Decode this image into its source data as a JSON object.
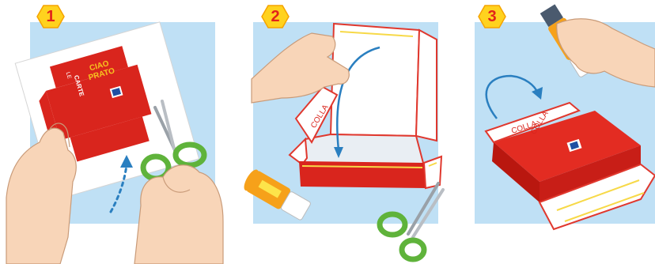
{
  "steps": [
    {
      "number": "1",
      "carton_title": "CARTE",
      "carton_word": "LE",
      "logo_text": "CIAO PRATO"
    },
    {
      "number": "2",
      "flap_label": "COLLA"
    },
    {
      "number": "3",
      "flap_label_a": "COLLA",
      "flap_label_b": "COLLA"
    }
  ],
  "colors": {
    "sky": "#bfe0f5",
    "box_red": "#d9251d",
    "badge_yellow": "#ffd21e",
    "arrow_blue": "#2a7fc0",
    "scissor_green": "#5fb33b"
  }
}
